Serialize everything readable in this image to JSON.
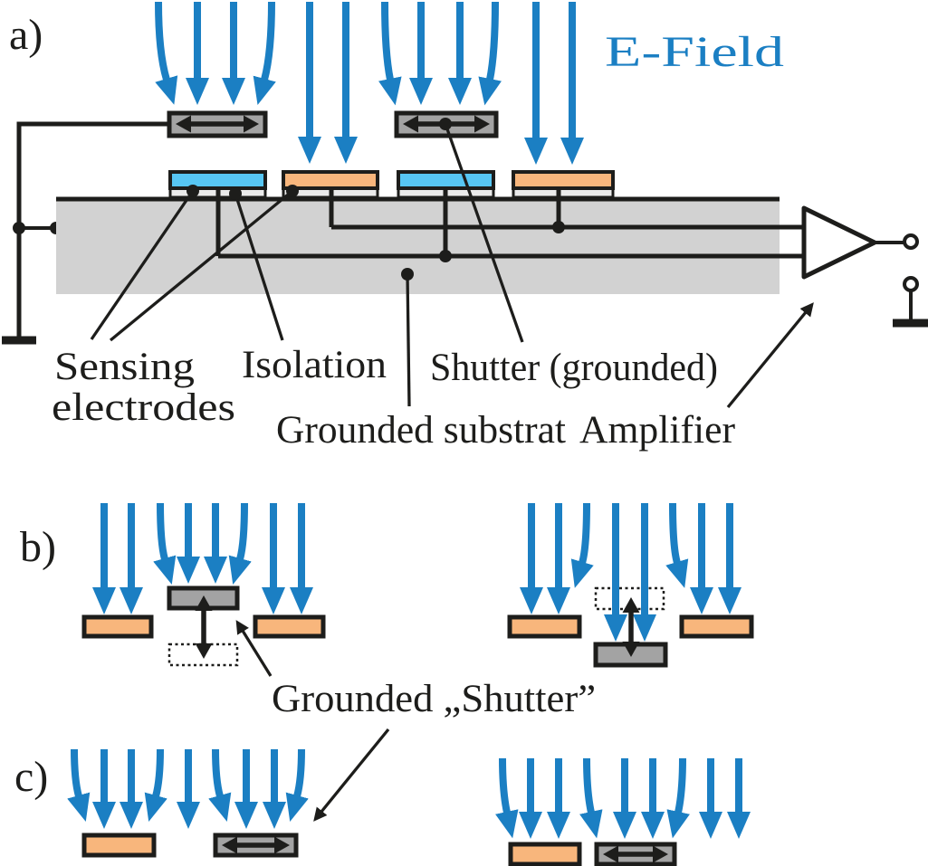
{
  "figure": {
    "panel_labels": {
      "a": "a)",
      "b": "b)",
      "c": "c)"
    },
    "annotations": {
      "efield": "E-Field",
      "sensing_line1": "Sensing",
      "sensing_line2": "electrodes",
      "isolation": "Isolation",
      "shutter_grounded": "Shutter (grounded)",
      "grounded_substrat": "Grounded substrat",
      "amplifier": "Amplifier",
      "grounded_shutter": "Grounded „Shutter”"
    },
    "colors": {
      "field_blue": "#1b7fc3",
      "electrode_blue": "#57c6f3",
      "electrode_orange": "#f8b67c",
      "substrate_gray": "#d2d2d2",
      "isolation_gray": "#eaeaea",
      "shutter_gray": "#a3a3a3",
      "line_black": "#1d1d1b"
    }
  }
}
